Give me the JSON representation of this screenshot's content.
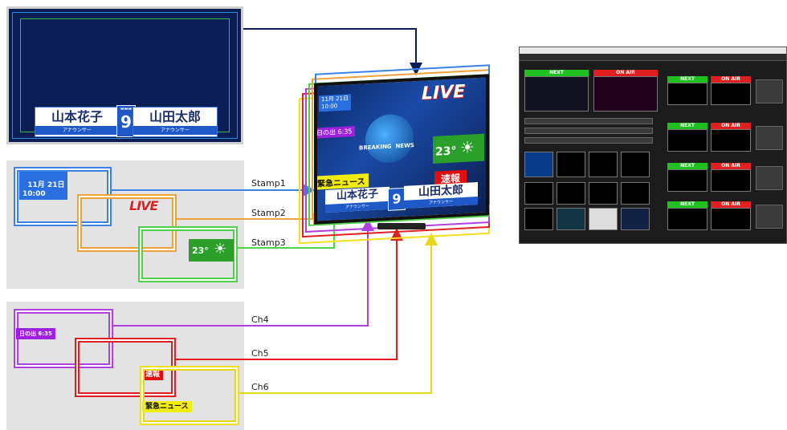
{
  "lower_third": {
    "name_left": "山本花子",
    "name_right": "山田太郎",
    "role": "アナウンサー",
    "channel": "9"
  },
  "stamps": {
    "time": "11月 21日\n10:00",
    "live": "LIVE",
    "temperature": "23°",
    "sunrise": "日の出  6:35",
    "breaking_jp": "速報",
    "urgent_news": "緊急ニュース"
  },
  "labels": {
    "stamp1": "Stamp1",
    "stamp2": "Stamp2",
    "stamp3": "Stamp3",
    "ch4": "Ch4",
    "ch5": "Ch5",
    "ch6": "Ch6"
  },
  "tv": {
    "breaking": "BREAKING",
    "news": "NEWS"
  },
  "switcher": {
    "next": "NEXT",
    "on_air": "ON AIR"
  },
  "colors": {
    "navy": "#0a1e55",
    "stamp1": "#3b82e8",
    "stamp2": "#f0a23a",
    "stamp3": "#4fd14a",
    "ch4": "#b040e0",
    "ch5": "#e02020",
    "ch6": "#f0e020"
  }
}
